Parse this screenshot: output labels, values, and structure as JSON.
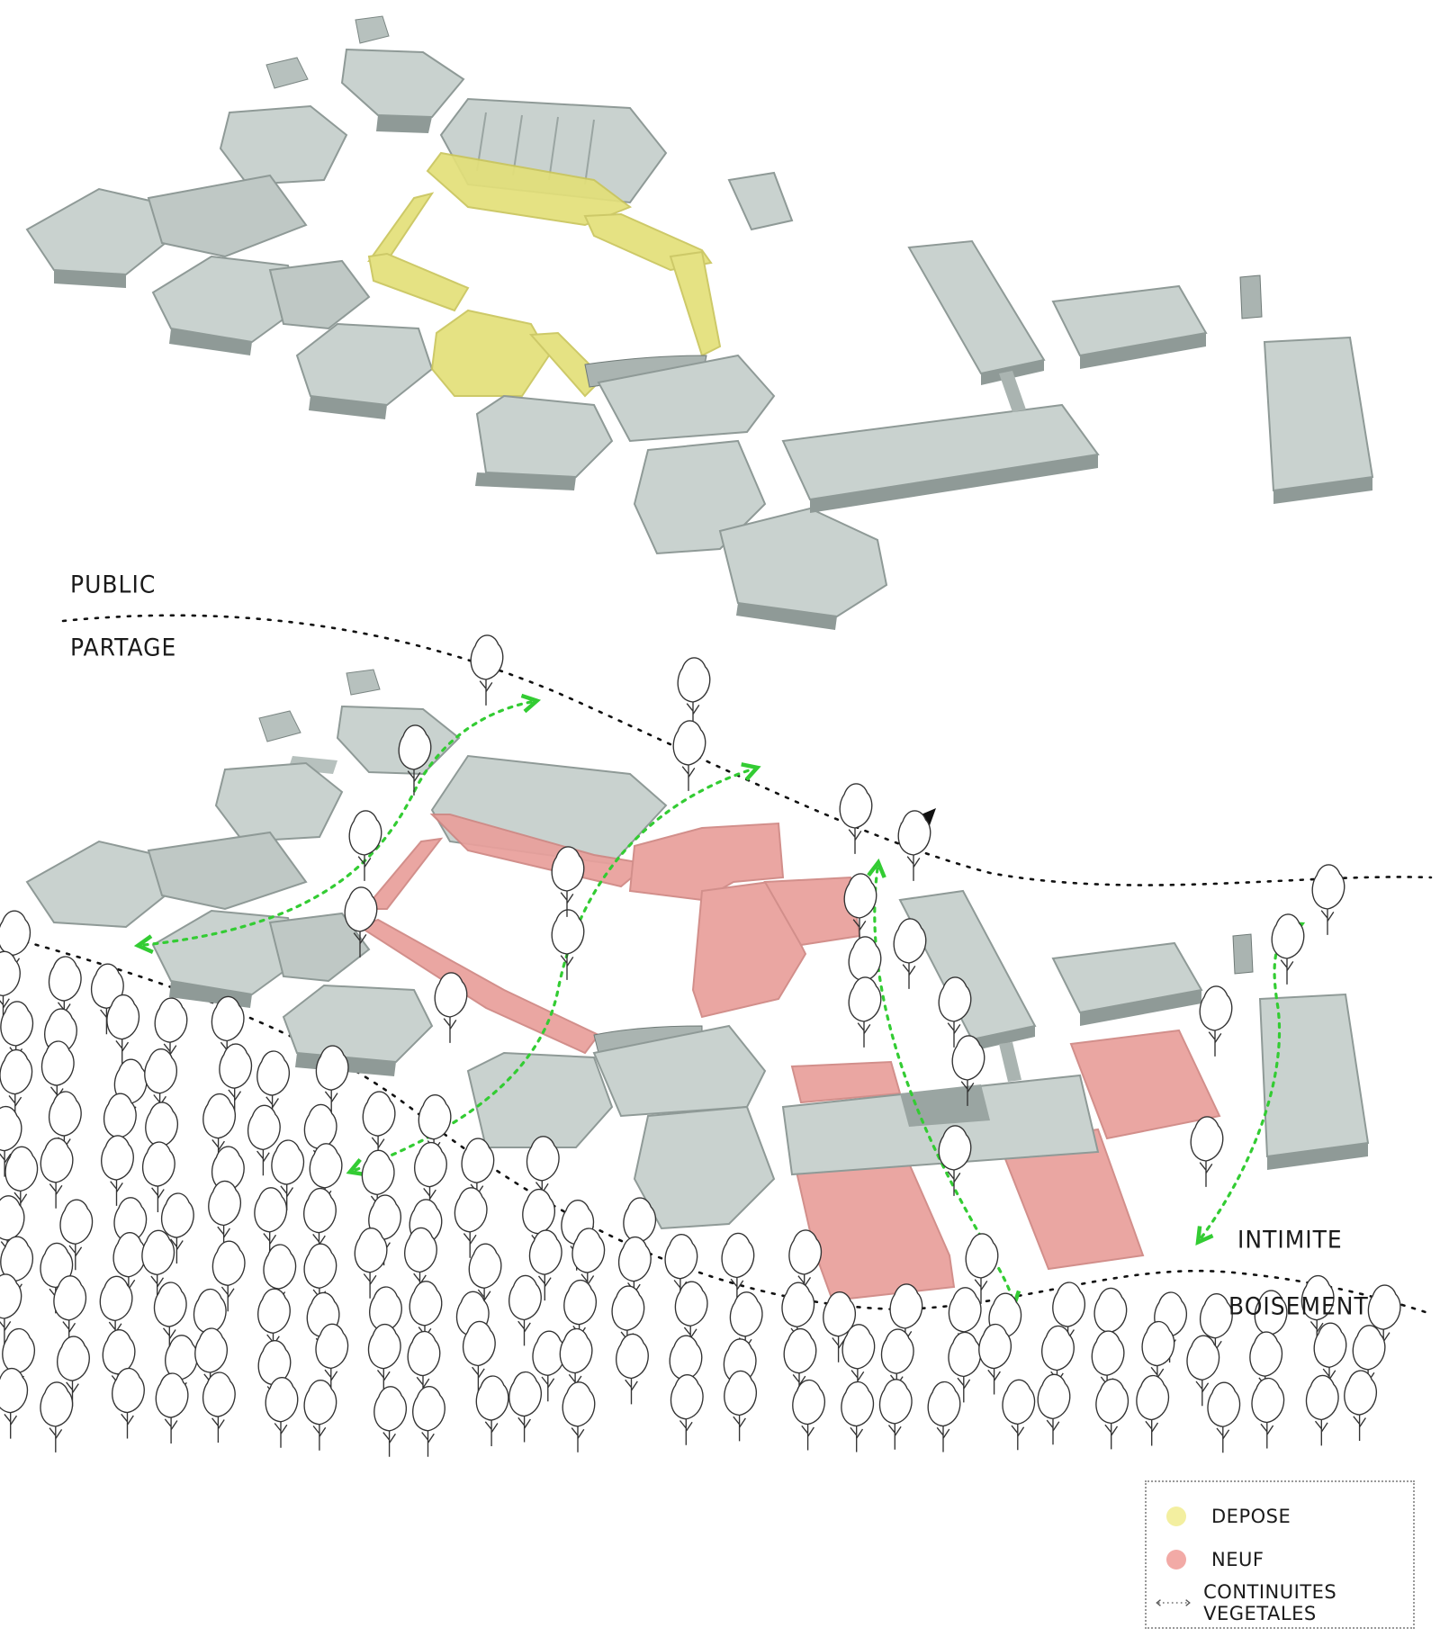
{
  "zones": {
    "public": "PUBLIC",
    "partage": "PARTAGE",
    "intimite": "INTIMITE",
    "boisement": "BOISEMENT"
  },
  "legend": {
    "items": [
      {
        "label": "DEPOSE",
        "color": "#f3efa0"
      },
      {
        "label": "NEUF",
        "color": "#f2aaa6"
      },
      {
        "label": "CONTINUITES VEGETALES",
        "color": "#555555"
      }
    ]
  },
  "colors": {
    "building_roof": "#c9d2cf",
    "building_wall": "#8f9a97",
    "demolished": "#e3e079",
    "new": "#e9a09c",
    "green_path": "#33cc33",
    "zone_line": "#111111",
    "tree_stroke": "#333333"
  }
}
